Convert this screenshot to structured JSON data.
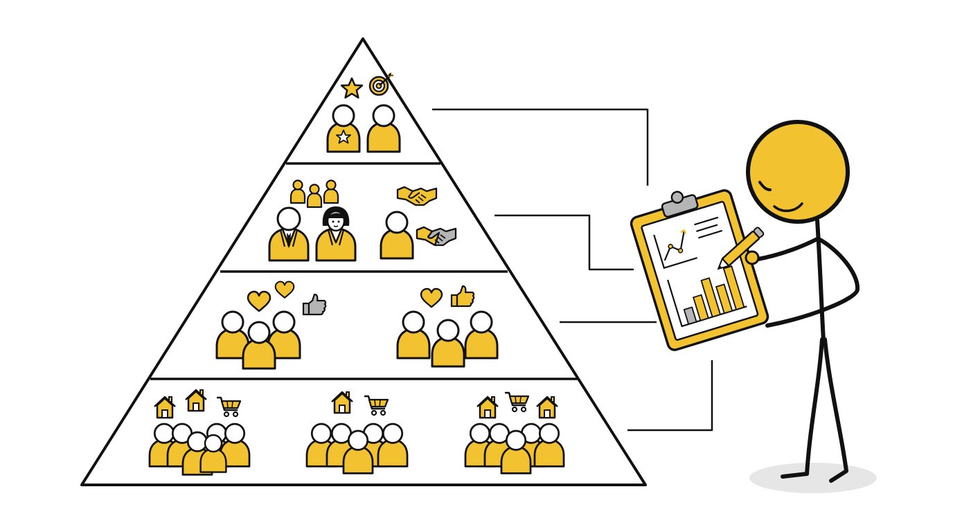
{
  "colors": {
    "ink": "#111111",
    "accent": "#f2c230",
    "accent_dark": "#d9a514",
    "shadow": "#e6e6e6",
    "gray": "#b5b5b5",
    "white": "#ffffff"
  },
  "pyramid": {
    "tiers": [
      {
        "name": "tier-top",
        "groups": [
          {
            "name": "top-group",
            "people": [
              {
                "type": "star-person"
              },
              {
                "type": "person"
              }
            ],
            "icons": [
              "star-icon",
              "target-icon"
            ]
          }
        ]
      },
      {
        "name": "tier-upper-middle",
        "groups": [
          {
            "name": "team-group",
            "people": [
              {
                "type": "small-person"
              },
              {
                "type": "small-person"
              },
              {
                "type": "small-person"
              }
            ],
            "icons": []
          },
          {
            "name": "professionals-group",
            "people": [
              {
                "type": "suit-man"
              },
              {
                "type": "suit-woman"
              }
            ],
            "icons": []
          },
          {
            "name": "partnership-group",
            "people": [
              {
                "type": "person"
              }
            ],
            "icons": [
              "handshake-icon",
              "handshake-icon"
            ]
          }
        ]
      },
      {
        "name": "tier-lower-middle",
        "groups": [
          {
            "name": "engaged-group-left",
            "people": [
              {
                "type": "person"
              },
              {
                "type": "person"
              },
              {
                "type": "person"
              }
            ],
            "icons": [
              "heart-icon",
              "heart-icon",
              "thumbs-up-icon"
            ]
          },
          {
            "name": "engaged-group-right",
            "people": [
              {
                "type": "person"
              },
              {
                "type": "person"
              },
              {
                "type": "person"
              }
            ],
            "icons": [
              "heart-icon",
              "thumbs-up-icon"
            ]
          }
        ]
      },
      {
        "name": "tier-base",
        "groups": [
          {
            "name": "crowd-group-left",
            "people": [
              {
                "type": "crowd"
              }
            ],
            "icons": [
              "house-icon",
              "house-icon",
              "cart-icon"
            ]
          },
          {
            "name": "crowd-group-center",
            "people": [
              {
                "type": "crowd"
              }
            ],
            "icons": [
              "house-icon",
              "cart-icon"
            ]
          },
          {
            "name": "crowd-group-right",
            "people": [
              {
                "type": "crowd"
              }
            ],
            "icons": [
              "house-icon",
              "cart-icon",
              "house-icon"
            ]
          }
        ]
      }
    ]
  },
  "figure": {
    "name": "analyst-figure",
    "holding": "clipboard-icon",
    "clipboard_content": [
      "line-chart-icon",
      "bar-chart-icon",
      "text-lines-icon"
    ]
  }
}
